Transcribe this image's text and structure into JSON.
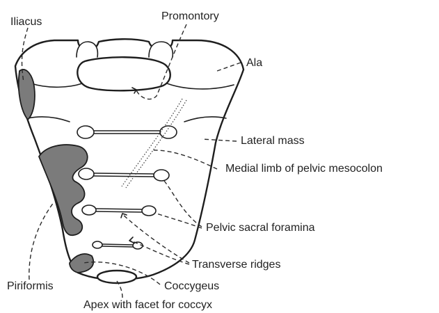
{
  "labels": {
    "iliacus": "Iliacus",
    "promontory": "Promontory",
    "ala": "Ala",
    "lateral_mass": "Lateral mass",
    "medial_limb": "Medial limb of pelvic mesocolon",
    "pelvic_sacral_foramina": "Pelvic sacral foramina",
    "transverse_ridges": "Transverse ridges",
    "piriformis": "Piriformis",
    "coccygeus": "Coccygeus",
    "apex": "Apex with facet for coccyx"
  },
  "colors": {
    "outline": "#1e1e1e",
    "muscle_fill": "#7b7b7b",
    "background": "#ffffff"
  }
}
